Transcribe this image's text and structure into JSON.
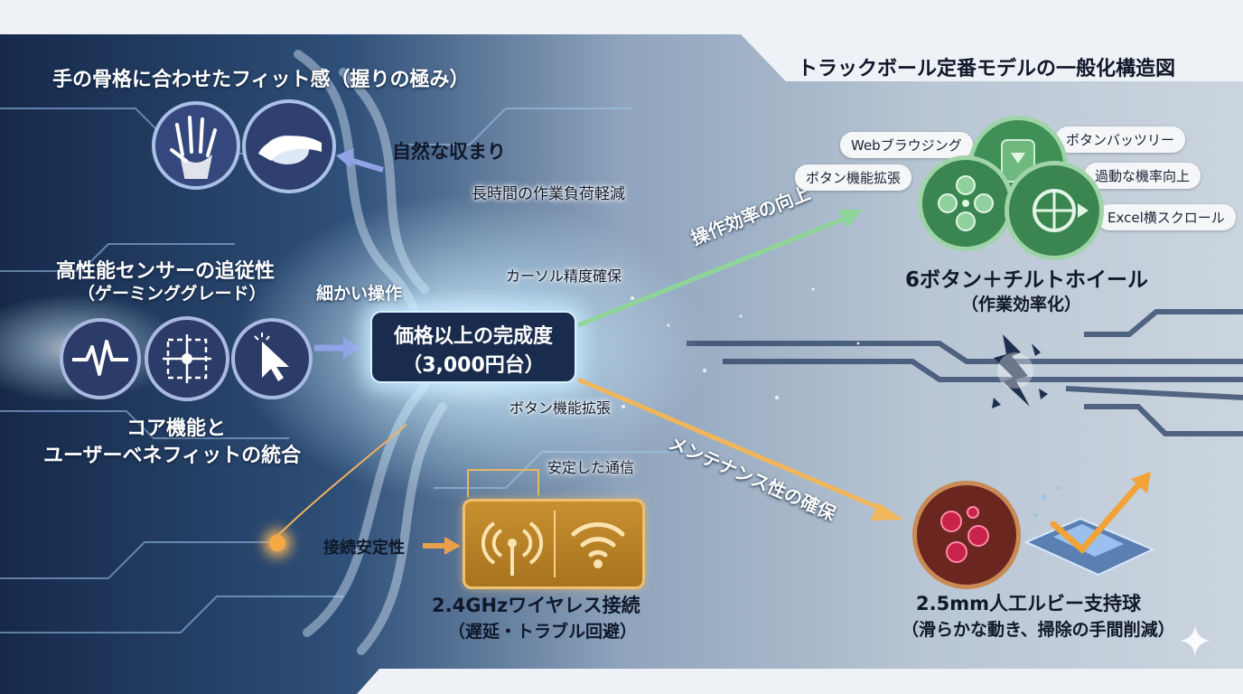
{
  "title": "トラックボール定番モデルの一般化構造図",
  "left": {
    "grip_title": "手の骨格に合わせたフィット感（握りの極み）",
    "grip_side_label": "自然な収まり",
    "sensor_title_1": "高性能センサーの追従性",
    "sensor_title_2": "（ゲーミンググレード）",
    "sensor_side_label": "細かい操作",
    "integration_1": "コア機能と",
    "integration_2": "ユーザーベネフィットの統合"
  },
  "center": {
    "hub_line1": "価格以上の完成度",
    "hub_line2": "（3,000円台）",
    "labels": {
      "fatigue": "長時間の作業負荷軽減",
      "cursor": "カーソル精度確保",
      "button_ext": "ボタン機能拡張",
      "stable_comm": "安定した通信",
      "conn_stability": "接続安定性"
    }
  },
  "arrows": {
    "efficiency": "操作効率の向上",
    "maintenance": "メンテナンス性の確保"
  },
  "top_right": {
    "chips": [
      "Webブラウジング",
      "ボタンバッツリー",
      "ボタン機能拡張",
      "過動な機率向上",
      "Excel横スクロール"
    ],
    "title": "6ボタン＋チルトホイール",
    "subtitle": "（作業効率化）"
  },
  "wireless": {
    "title": "2.4GHzワイヤレス接続",
    "subtitle": "（遅延・トラブル回避）"
  },
  "bottom_right": {
    "title": "2.5mm人工ルビー支持球",
    "subtitle": "（滑らかな動き、掃除の手間削減）"
  },
  "colors": {
    "navy": "#1f2d5c",
    "green": "#3f8f56",
    "orange": "#e6a13a",
    "cyan_glow": "#bfe8ff"
  },
  "icons": [
    "hand-bones-icon",
    "hand-grip-icon",
    "pulse-icon",
    "sensor-grid-icon",
    "cursor-icon",
    "antenna-icon",
    "wifi-icon",
    "button-cluster-icon",
    "scroll-wheel-icon",
    "ruby-balls-icon",
    "smooth-surface-icon",
    "crack-icon",
    "sparkle-icon"
  ]
}
